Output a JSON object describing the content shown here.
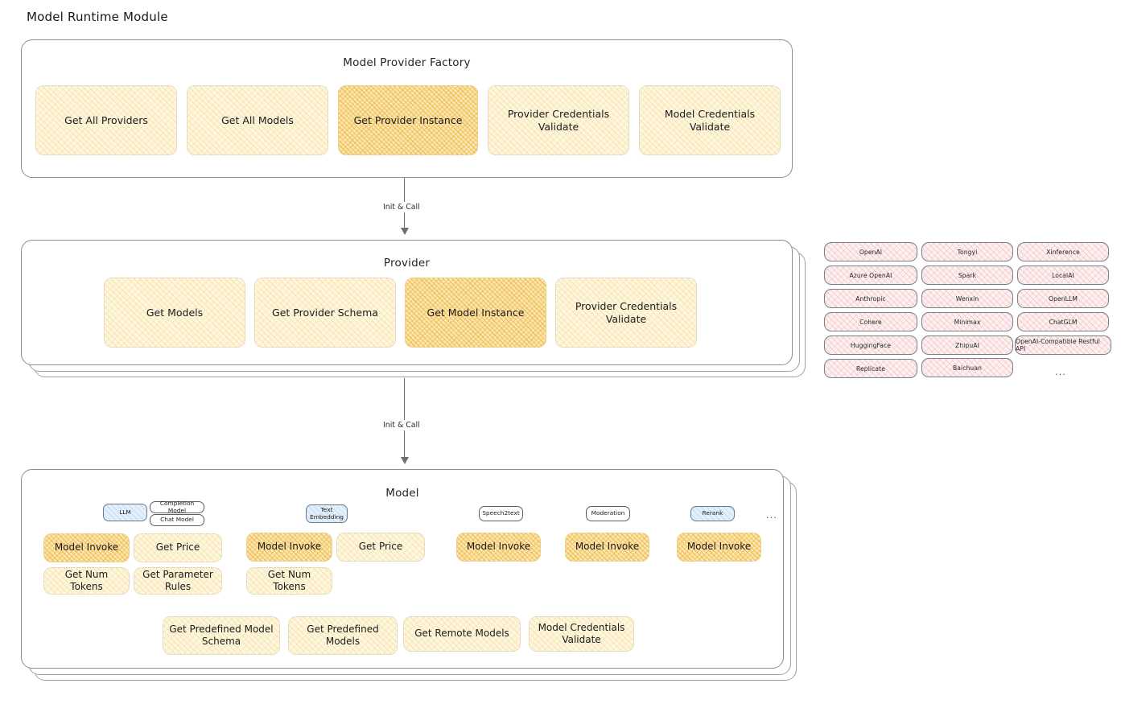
{
  "headline": "Model Runtime Module",
  "arrows": [
    {
      "label": "Init & Call"
    },
    {
      "label": "Init & Call"
    }
  ],
  "factory": {
    "title": "Model Provider Factory",
    "operations": [
      {
        "label": "Get All Providers",
        "highlight": false
      },
      {
        "label": "Get All Models",
        "highlight": false
      },
      {
        "label": "Get Provider Instance",
        "highlight": true
      },
      {
        "label": "Provider Credentials Validate",
        "highlight": false
      },
      {
        "label": "Model Credentials Validate",
        "highlight": false
      }
    ]
  },
  "provider": {
    "title": "Provider",
    "operations": [
      {
        "label": "Get Models",
        "highlight": false
      },
      {
        "label": "Get Provider Schema",
        "highlight": false
      },
      {
        "label": "Get Model Instance",
        "highlight": true
      },
      {
        "label": "Provider Credentials Validate",
        "highlight": false
      }
    ]
  },
  "provider_list": {
    "columns": [
      [
        "OpenAI",
        "Azure OpenAI",
        "Anthropic",
        "Cohere",
        "HuggingFace",
        "Replicate"
      ],
      [
        "Tongyi",
        "Spark",
        "Wenxin",
        "Minimax",
        "ZhipuAI",
        "Baichuan"
      ],
      [
        "Xinference",
        "LocalAI",
        "OpenLLM",
        "ChatGLM",
        "OpenAI-Compatible Restful API"
      ]
    ],
    "more": "..."
  },
  "model": {
    "title": "Model",
    "more": "...",
    "types": [
      {
        "badge": "LLM",
        "badge_style": "blue",
        "sub_badges": [
          "Completion Model",
          "Chat Model"
        ],
        "operations": [
          {
            "label": "Model Invoke",
            "highlight": true
          },
          {
            "label": "Get Price",
            "highlight": false
          },
          {
            "label": "Get Num Tokens",
            "highlight": false
          },
          {
            "label": "Get Parameter Rules",
            "highlight": false
          }
        ]
      },
      {
        "badge": "Text Embedding",
        "badge_style": "blue",
        "sub_badges": [],
        "operations": [
          {
            "label": "Model Invoke",
            "highlight": true
          },
          {
            "label": "Get Price",
            "highlight": false
          },
          {
            "label": "Get Num Tokens",
            "highlight": false
          }
        ]
      },
      {
        "badge": "Speech2text",
        "badge_style": "white",
        "sub_badges": [],
        "operations": [
          {
            "label": "Model Invoke",
            "highlight": true
          }
        ]
      },
      {
        "badge": "Moderation",
        "badge_style": "white",
        "sub_badges": [],
        "operations": [
          {
            "label": "Model Invoke",
            "highlight": true
          }
        ]
      },
      {
        "badge": "Rerank",
        "badge_style": "blue",
        "sub_badges": [],
        "operations": [
          {
            "label": "Model Invoke",
            "highlight": true
          }
        ]
      }
    ],
    "common_operations": [
      {
        "label": "Get Predefined Model Schema"
      },
      {
        "label": "Get Predefined Models"
      },
      {
        "label": "Get Remote Models"
      },
      {
        "label": "Model Credentials Validate"
      }
    ]
  },
  "colors": {
    "panel_border": "#868e96",
    "op_fill": "#fdf6e0",
    "op_fill_strong": "#fbe6b5",
    "op_hatch": "#f4c54a",
    "pill_fill": "#fdf0f0",
    "pill_hatch": "#e08282",
    "badge_blue": "#e3f0fb",
    "text": "#1b1b1f",
    "arrow": "#6b7076"
  }
}
